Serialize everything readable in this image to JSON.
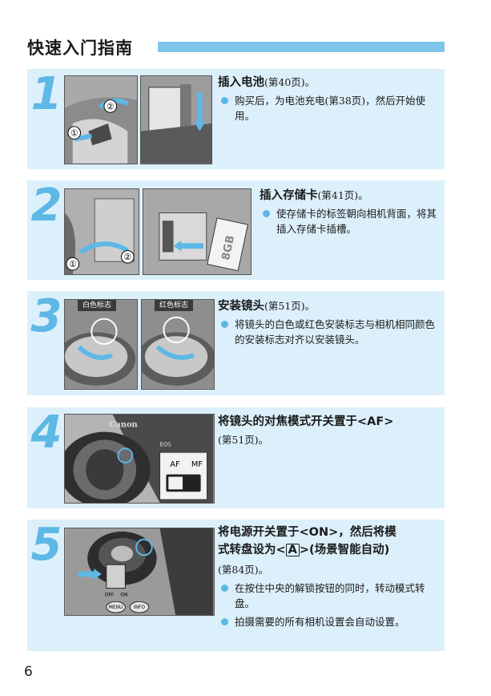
{
  "page": {
    "title": "快速入门指南",
    "number": "6"
  },
  "steps": [
    {
      "num": "1",
      "heading": "插入电池",
      "ref": "(第40页)。",
      "bullets": [
        "购买后，为电池充电(第38页)，然后开始使用。"
      ],
      "callouts": [
        "①",
        "②"
      ]
    },
    {
      "num": "2",
      "heading": "插入存储卡",
      "ref": "(第41页)。",
      "bullets": [
        "使存储卡的标签朝向相机背面，将其插入存储卡插槽。"
      ],
      "callouts": [
        "①",
        "②"
      ],
      "card_label": "8GB"
    },
    {
      "num": "3",
      "heading": "安装镜头",
      "ref": "(第51页)。",
      "bullets": [
        "将镜头的白色或红色安装标志与相机相同颜色的安装标志对齐以安装镜头。"
      ],
      "photo_tags": [
        "白色标志",
        "红色标志"
      ]
    },
    {
      "num": "4",
      "heading": "将镜头的对焦模式开关置于<AF>",
      "ref": "(第51页)。",
      "bullets": [],
      "camera_brand": "Canon",
      "camera_model": "EOS",
      "switch_labels": [
        "AF",
        "MF"
      ]
    },
    {
      "num": "5",
      "heading_line1": "将电源开关置于<ON>，然后将模",
      "heading_line2": "式转盘设为<",
      "heading_symbol": "A",
      "heading_line2_end": ">(场景智能自动)",
      "ref": "(第84页)。",
      "bullets": [
        "在按住中央的解锁按钮的同时，转动模式转盘。",
        "拍摄需要的所有相机设置会自动设置。"
      ],
      "camera_labels": [
        "OFF",
        "ON",
        "MENU",
        "INFO"
      ]
    }
  ],
  "colors": {
    "accent": "#7fc6ea",
    "panel": "#dcf0fb",
    "step_number": "#5db8e6",
    "bullet": "#5db8e6"
  }
}
